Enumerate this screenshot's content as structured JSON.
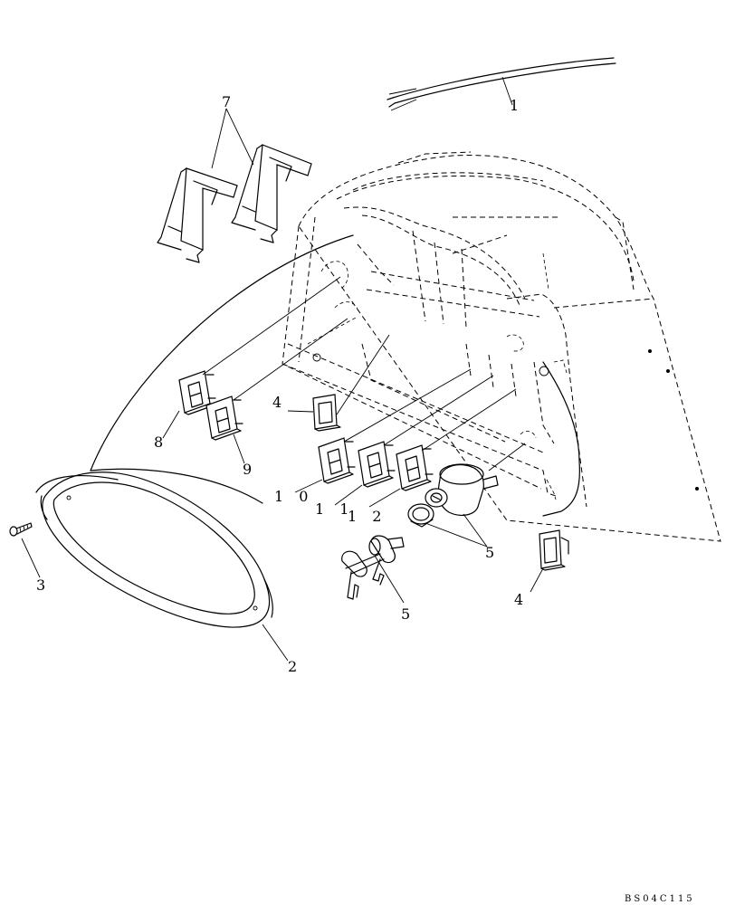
{
  "callouts": {
    "c1": "1",
    "c2": "2",
    "c3": "3",
    "c4a": "4",
    "c4b": "4",
    "c5a": "5",
    "c5b": "5",
    "c7": "7",
    "c8": "8",
    "c9": "9",
    "c10": "1 0",
    "c11": "1 1",
    "c12": "1 2"
  },
  "drawing_code": "BS04C115"
}
